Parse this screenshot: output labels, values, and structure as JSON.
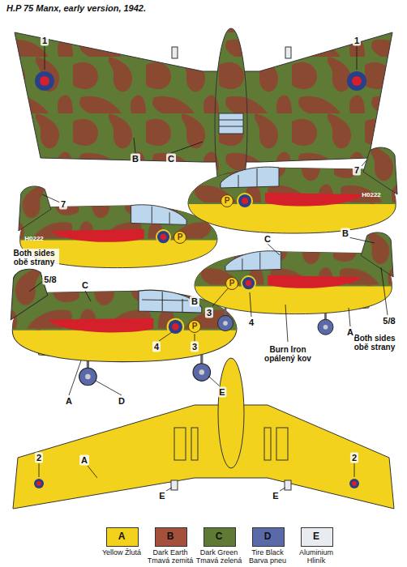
{
  "diagram": {
    "title": "H.P 75 Manx, early version, 1942.",
    "labels": [
      "1",
      "1",
      "B",
      "C",
      "7",
      "H0222",
      "P",
      "7",
      "H0222",
      "P",
      "Both sides obě strany",
      "5/8",
      "C",
      "4",
      "B",
      "3",
      "P",
      "A",
      "D",
      "E",
      "C",
      "B",
      "P",
      "3",
      "4",
      "Burn Iron opálený kov",
      "5/8",
      "Both sides obě strany",
      "A",
      "2",
      "2",
      "A",
      "E",
      "E",
      "A",
      "B",
      "C",
      "D",
      "E"
    ],
    "legend": [
      {
        "text": "Yellow Žlutá",
        "color": "#f2d21c"
      },
      {
        "text": "Dark Earth Tmavá zemitá",
        "color": "#a4503a"
      },
      {
        "text": "Dark Green Tmavá zelená",
        "color": "#5e7a34"
      },
      {
        "text": "Tire Black Barva pneu",
        "color": "#5a6aa8"
      },
      {
        "text": "Aluminium Hliník",
        "color": "#e8ecf0"
      }
    ]
  }
}
